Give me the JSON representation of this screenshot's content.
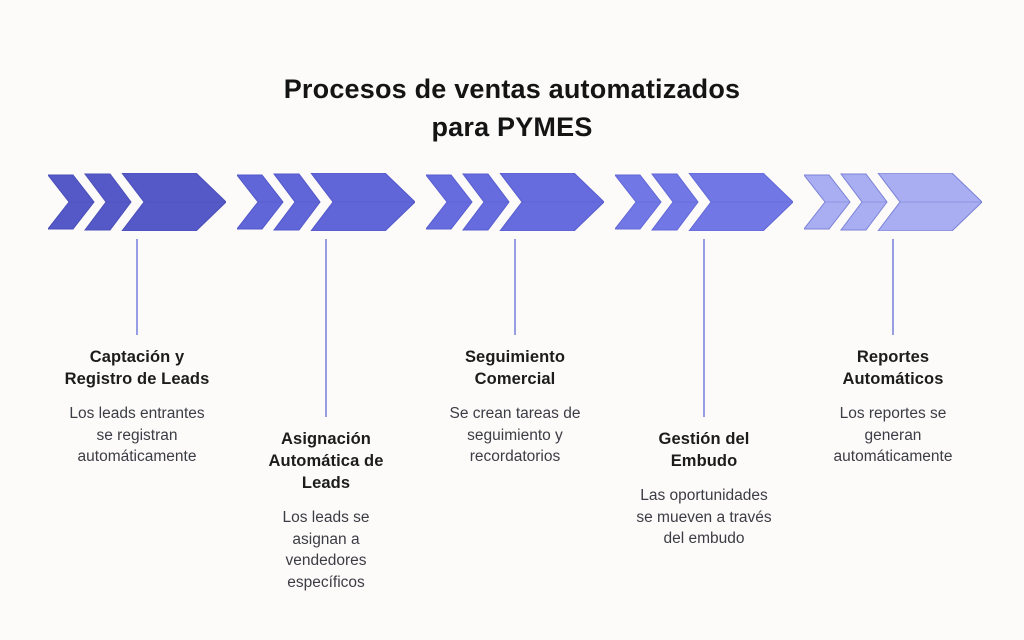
{
  "title": "Procesos de ventas automatizados\npara PYMES",
  "colors": {
    "background": "#fcfbfa",
    "title_text": "#141414",
    "heading_text": "#1c1c1c",
    "body_text": "#3c3c44",
    "connector": "#7e86dc"
  },
  "steps": [
    {
      "title": "Captación y\nRegistro de Leads",
      "description": "Los leads entrantes\nse registran\nautomáticamente",
      "fill": "#5559c7",
      "stroke": "#4a4eb8"
    },
    {
      "title": "Asignación\nAutomática de\nLeads",
      "description": "Los leads se\nasignan a\nvendedores\nespecíficos",
      "fill": "#6065d8",
      "stroke": "#5257c9"
    },
    {
      "title": "Seguimiento\nComercial",
      "description": "Se crean tareas de\nseguimiento y\nrecordatorios",
      "fill": "#666bde",
      "stroke": "#585dcf"
    },
    {
      "title": "Gestión del\nEmbudo",
      "description": "Las oportunidades\nse mueven a través\ndel embudo",
      "fill": "#7177e5",
      "stroke": "#6267d6"
    },
    {
      "title": "Reportes\nAutomáticos",
      "description": "Los reportes se\ngeneran\nautomáticamente",
      "fill": "#a9aef2",
      "stroke": "#7b81d6"
    }
  ]
}
